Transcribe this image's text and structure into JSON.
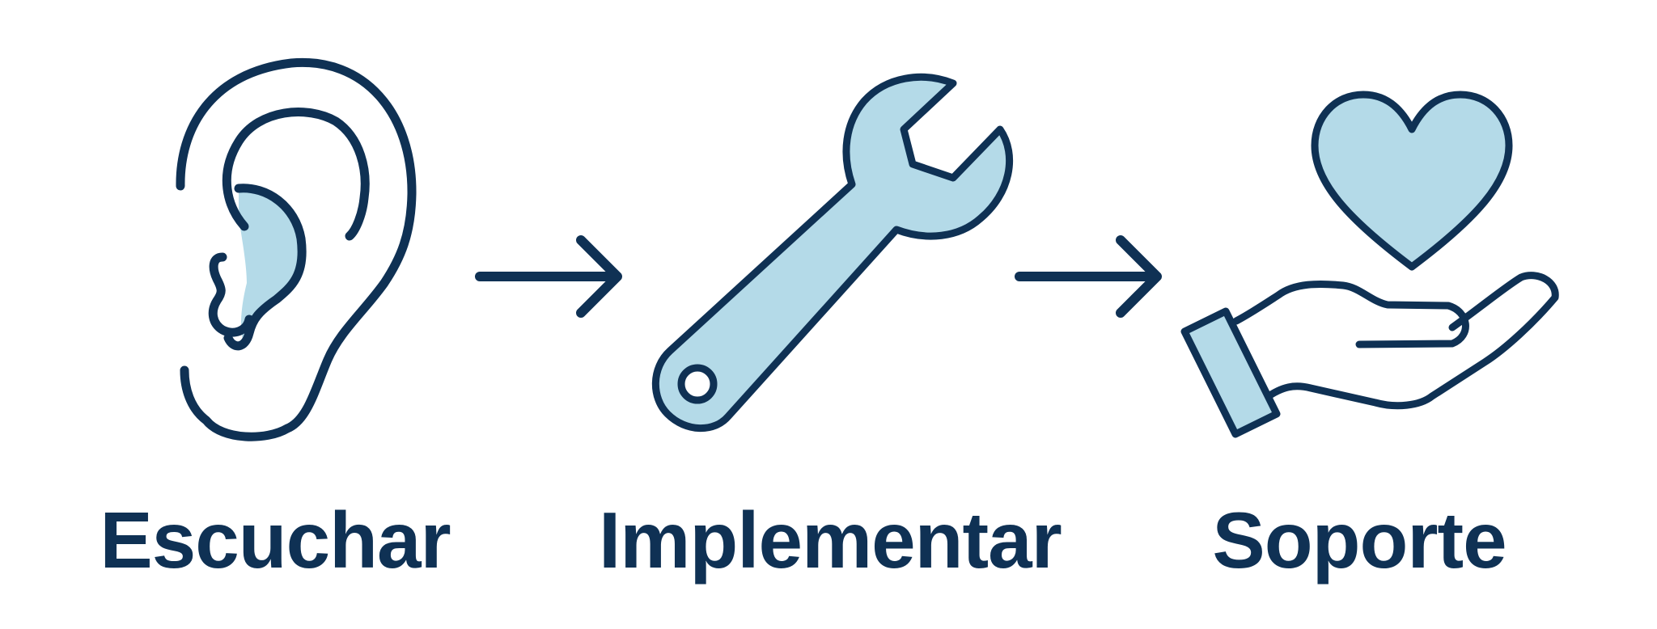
{
  "steps": [
    {
      "label": "Escuchar",
      "icon": "ear-icon"
    },
    {
      "label": "Implementar",
      "icon": "wrench-icon"
    },
    {
      "label": "Soporte",
      "icon": "hand-heart-icon"
    }
  ],
  "connectors": [
    "arrow-right-icon",
    "arrow-right-icon"
  ],
  "colors": {
    "stroke": "#0f3154",
    "fill": "#b4dae8",
    "text": "#0f3154",
    "background": "#ffffff"
  }
}
